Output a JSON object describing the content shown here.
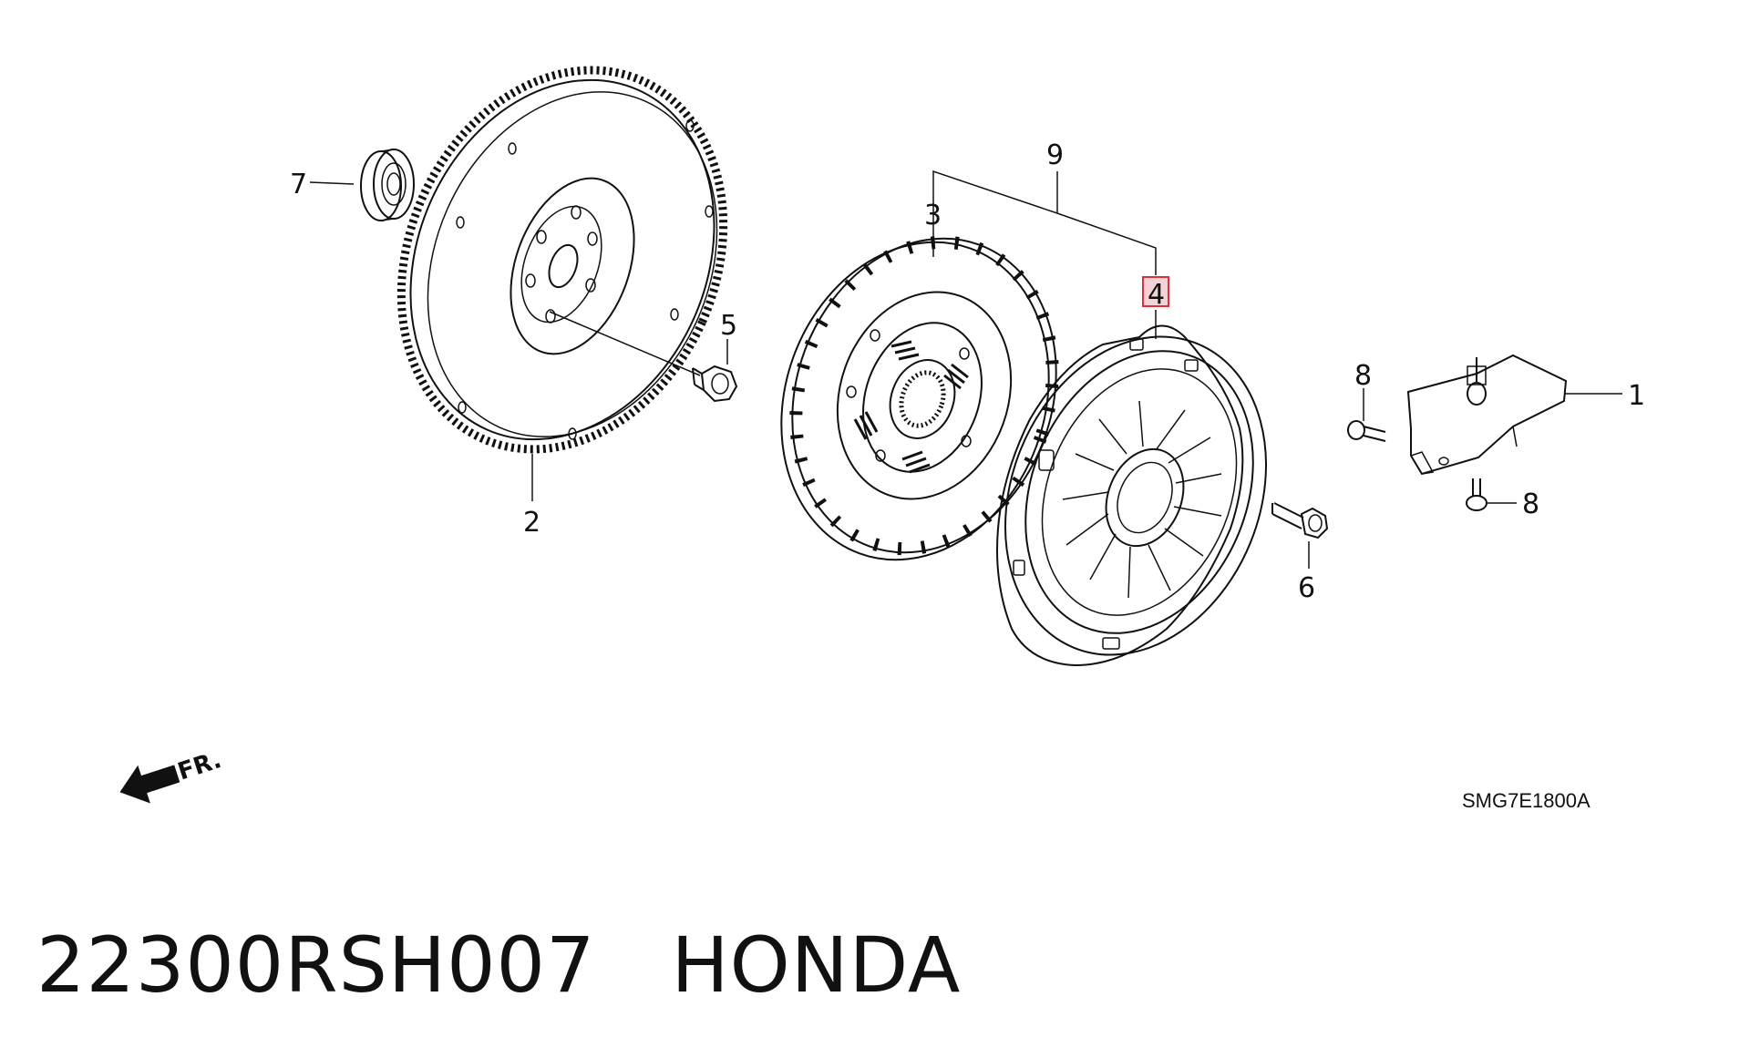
{
  "diagram": {
    "callouts": {
      "c1": "1",
      "c2": "2",
      "c3": "3",
      "c4": "4",
      "c5": "5",
      "c6": "6",
      "c7": "7",
      "c8a": "8",
      "c8b": "8",
      "c9": "9"
    },
    "front_arrow_label": "FR.",
    "diagram_code": "SMG7E1800A",
    "highlighted_callout": "4",
    "highlight_color": "#e03040"
  },
  "footer": {
    "part_number": "22300RSH007",
    "brand": "HONDA"
  },
  "icons": [
    "front-direction-arrow-icon"
  ]
}
